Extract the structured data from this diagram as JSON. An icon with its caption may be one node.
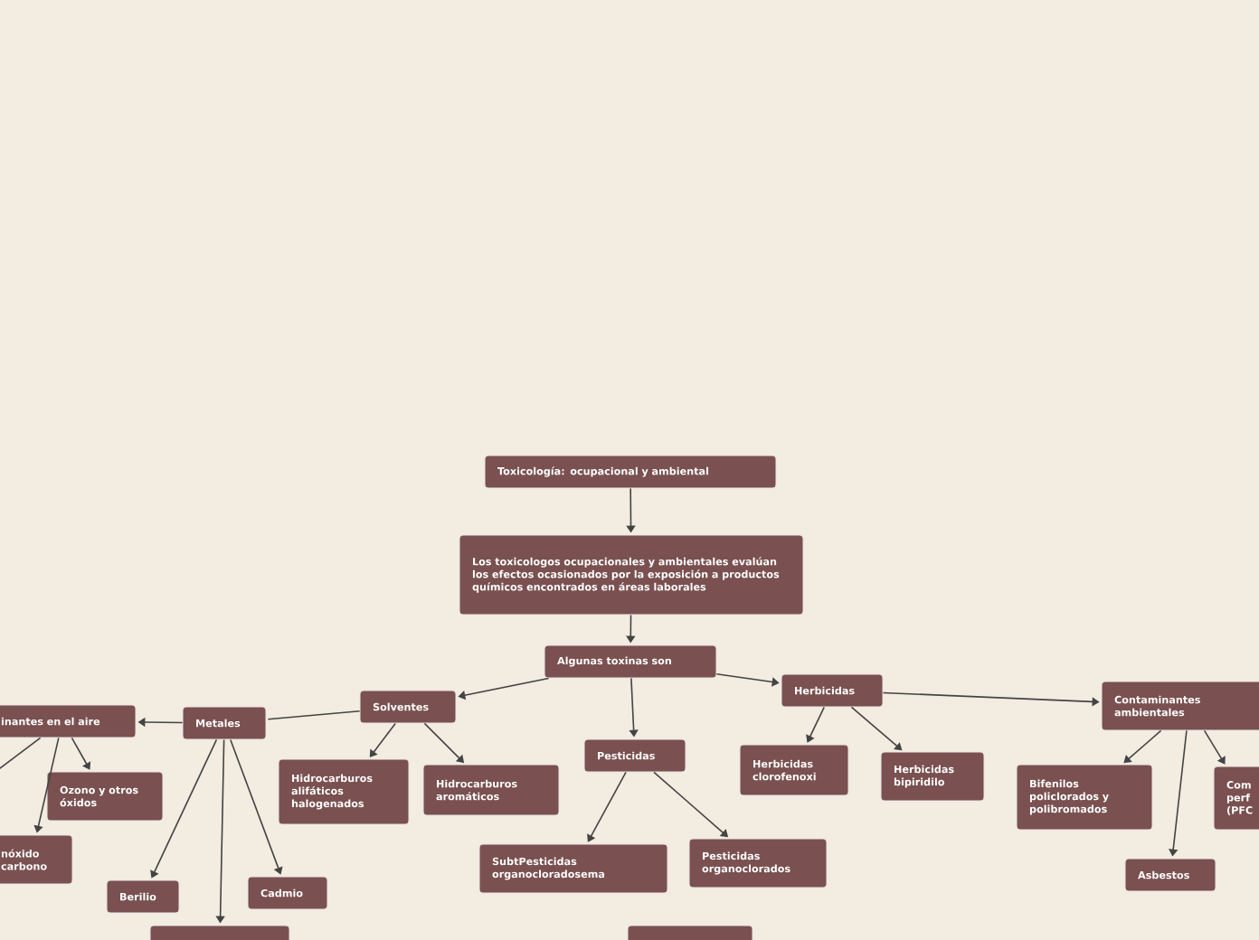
{
  "diagram": {
    "nodes": [
      {
        "text": [
          "Toxicología: ocupacional y ambiental"
        ]
      },
      {
        "text": [
          "Los toxicologos ocupacionales y ambientales evalúan los efectos ocasionados por la exposición a productos químicos encontrados en áreas laborales"
        ]
      },
      {
        "text": [
          "Algunas toxinas son"
        ]
      },
      {
        "text": [
          "Solventes"
        ]
      },
      {
        "text": [
          "Metales"
        ]
      },
      {
        "text": [
          "inantes en el aire"
        ]
      },
      {
        "text": [
          "nóxido carbono"
        ]
      },
      {
        "text": [
          "Ozono y otros óxidos"
        ]
      },
      {
        "text": [
          "Berilio"
        ]
      },
      {
        "text": [],
        "shape": "box"
      },
      {
        "text": [
          "Cadmio"
        ]
      },
      {
        "text": [
          "Hidrocarburos alifáticos halogenados"
        ]
      },
      {
        "text": [
          "Hidrocarburos aromáticos"
        ]
      },
      {
        "text": [
          "Pesticidas"
        ]
      },
      {
        "text": [
          "SubtPesticidas organocloradosema"
        ]
      },
      {
        "text": [
          "Pesticidas organoclorados"
        ]
      },
      {
        "text": [],
        "shape": "box"
      },
      {
        "text": [
          "Herbicidas"
        ]
      },
      {
        "text": [
          "Herbicidas clorofenoxi"
        ]
      },
      {
        "text": [
          "Herbicidas bipiridilo"
        ]
      },
      {
        "text": [
          "Contaminantes ambientales"
        ]
      },
      {
        "text": [
          "Bifenilos policlorados y polibromados"
        ]
      },
      {
        "text": [
          "Com perf (PFC"
        ]
      },
      {
        "text": [
          "Asbestos"
        ]
      }
    ],
    "edges": [
      {
        "from": 0,
        "to": 1,
        "arrow": "to"
      },
      {
        "from": 1,
        "to": 2,
        "arrow": "to"
      },
      {
        "from": 2,
        "to": 3,
        "arrow": "to"
      },
      {
        "from": 2,
        "to": 13,
        "arrow": "to"
      },
      {
        "from": 2,
        "to": 17,
        "arrow": "to"
      },
      {
        "from": 3,
        "to": 4,
        "arrow": "none"
      },
      {
        "from": 4,
        "to": 5,
        "arrow": "to"
      },
      {
        "from": 5,
        "to": null,
        "arrow": "none"
      },
      {
        "from": 5,
        "to": 6,
        "arrow": "to"
      },
      {
        "from": 5,
        "to": 7,
        "arrow": "to"
      },
      {
        "from": 4,
        "to": 8,
        "arrow": "to"
      },
      {
        "from": 4,
        "to": 9,
        "arrow": "to"
      },
      {
        "from": 4,
        "to": 10,
        "arrow": "to"
      },
      {
        "from": 3,
        "to": 11,
        "arrow": "to"
      },
      {
        "from": 3,
        "to": 12,
        "arrow": "to"
      },
      {
        "from": 13,
        "to": 14,
        "arrow": "to"
      },
      {
        "from": 13,
        "to": 15,
        "arrow": "to"
      },
      {
        "from": 17,
        "to": 18,
        "arrow": "to"
      },
      {
        "from": 17,
        "to": 19,
        "arrow": "to"
      },
      {
        "from": 17,
        "to": 20,
        "arrow": "to"
      },
      {
        "from": 20,
        "to": 21,
        "arrow": "to"
      },
      {
        "from": 20,
        "to": 23,
        "arrow": "to"
      },
      {
        "from": 20,
        "to": 22,
        "arrow": "to"
      }
    ]
  }
}
